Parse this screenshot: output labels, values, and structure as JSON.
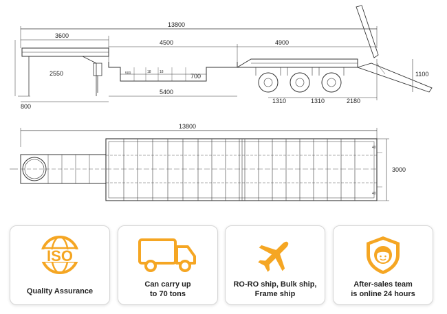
{
  "side_view": {
    "dims": {
      "overall_length": "13800",
      "gooseneck": "3600",
      "deck_well": "4500",
      "rear_deck": "4900",
      "height_gooseneck": "2550",
      "well_length": "5400",
      "front_overhang": "800",
      "well_depth": "700",
      "ramp_height": "1100",
      "axle_spacing_1": "1310",
      "axle_spacing_2": "1310",
      "rear_overhang": "2180",
      "small_a": "500",
      "small_b": "18",
      "small_c": "18"
    }
  },
  "top_view": {
    "dims": {
      "overall_length": "13800",
      "width": "3000",
      "small_a": "40",
      "small_b": "40"
    }
  },
  "colors": {
    "accent": "#f5a623",
    "line": "#333333",
    "card_border": "#d6d6d6"
  },
  "features": [
    {
      "icon": "iso-icon",
      "text": "ISO",
      "label": "Quality Assurance"
    },
    {
      "icon": "truck-icon",
      "label": "Can carry up\nto 70 tons"
    },
    {
      "icon": "airplane-icon",
      "label": "RO-RO ship,  Bulk ship,\nFrame ship"
    },
    {
      "icon": "support-agent-icon",
      "label": "After-sales team\nis online 24 hours"
    }
  ]
}
